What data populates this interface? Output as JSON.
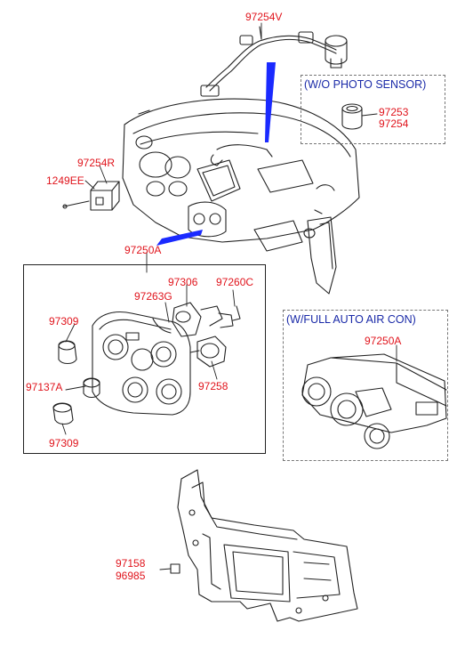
{
  "labels": {
    "p97254V": "97254V",
    "p97253": "97253",
    "p97254": "97254",
    "p97254R": "97254R",
    "p1249EE": "1249EE",
    "p97250A": "97250A",
    "p97306": "97306",
    "p97260C": "97260C",
    "p97263G": "97263G",
    "p97309a": "97309",
    "p97137A": "97137A",
    "p97258": "97258",
    "p97309b": "97309",
    "p97250A_auto": "97250A",
    "p97158": "97158",
    "p96985": "96985"
  },
  "notes": {
    "photo_sensor": "(W/O PHOTO SENSOR)",
    "full_auto": "(W/FULL AUTO AIR CON)"
  },
  "colors": {
    "part_number": "#e0141c",
    "note_text": "#1a2aa8",
    "pointer": "#1a2aff",
    "line": "#222222"
  }
}
